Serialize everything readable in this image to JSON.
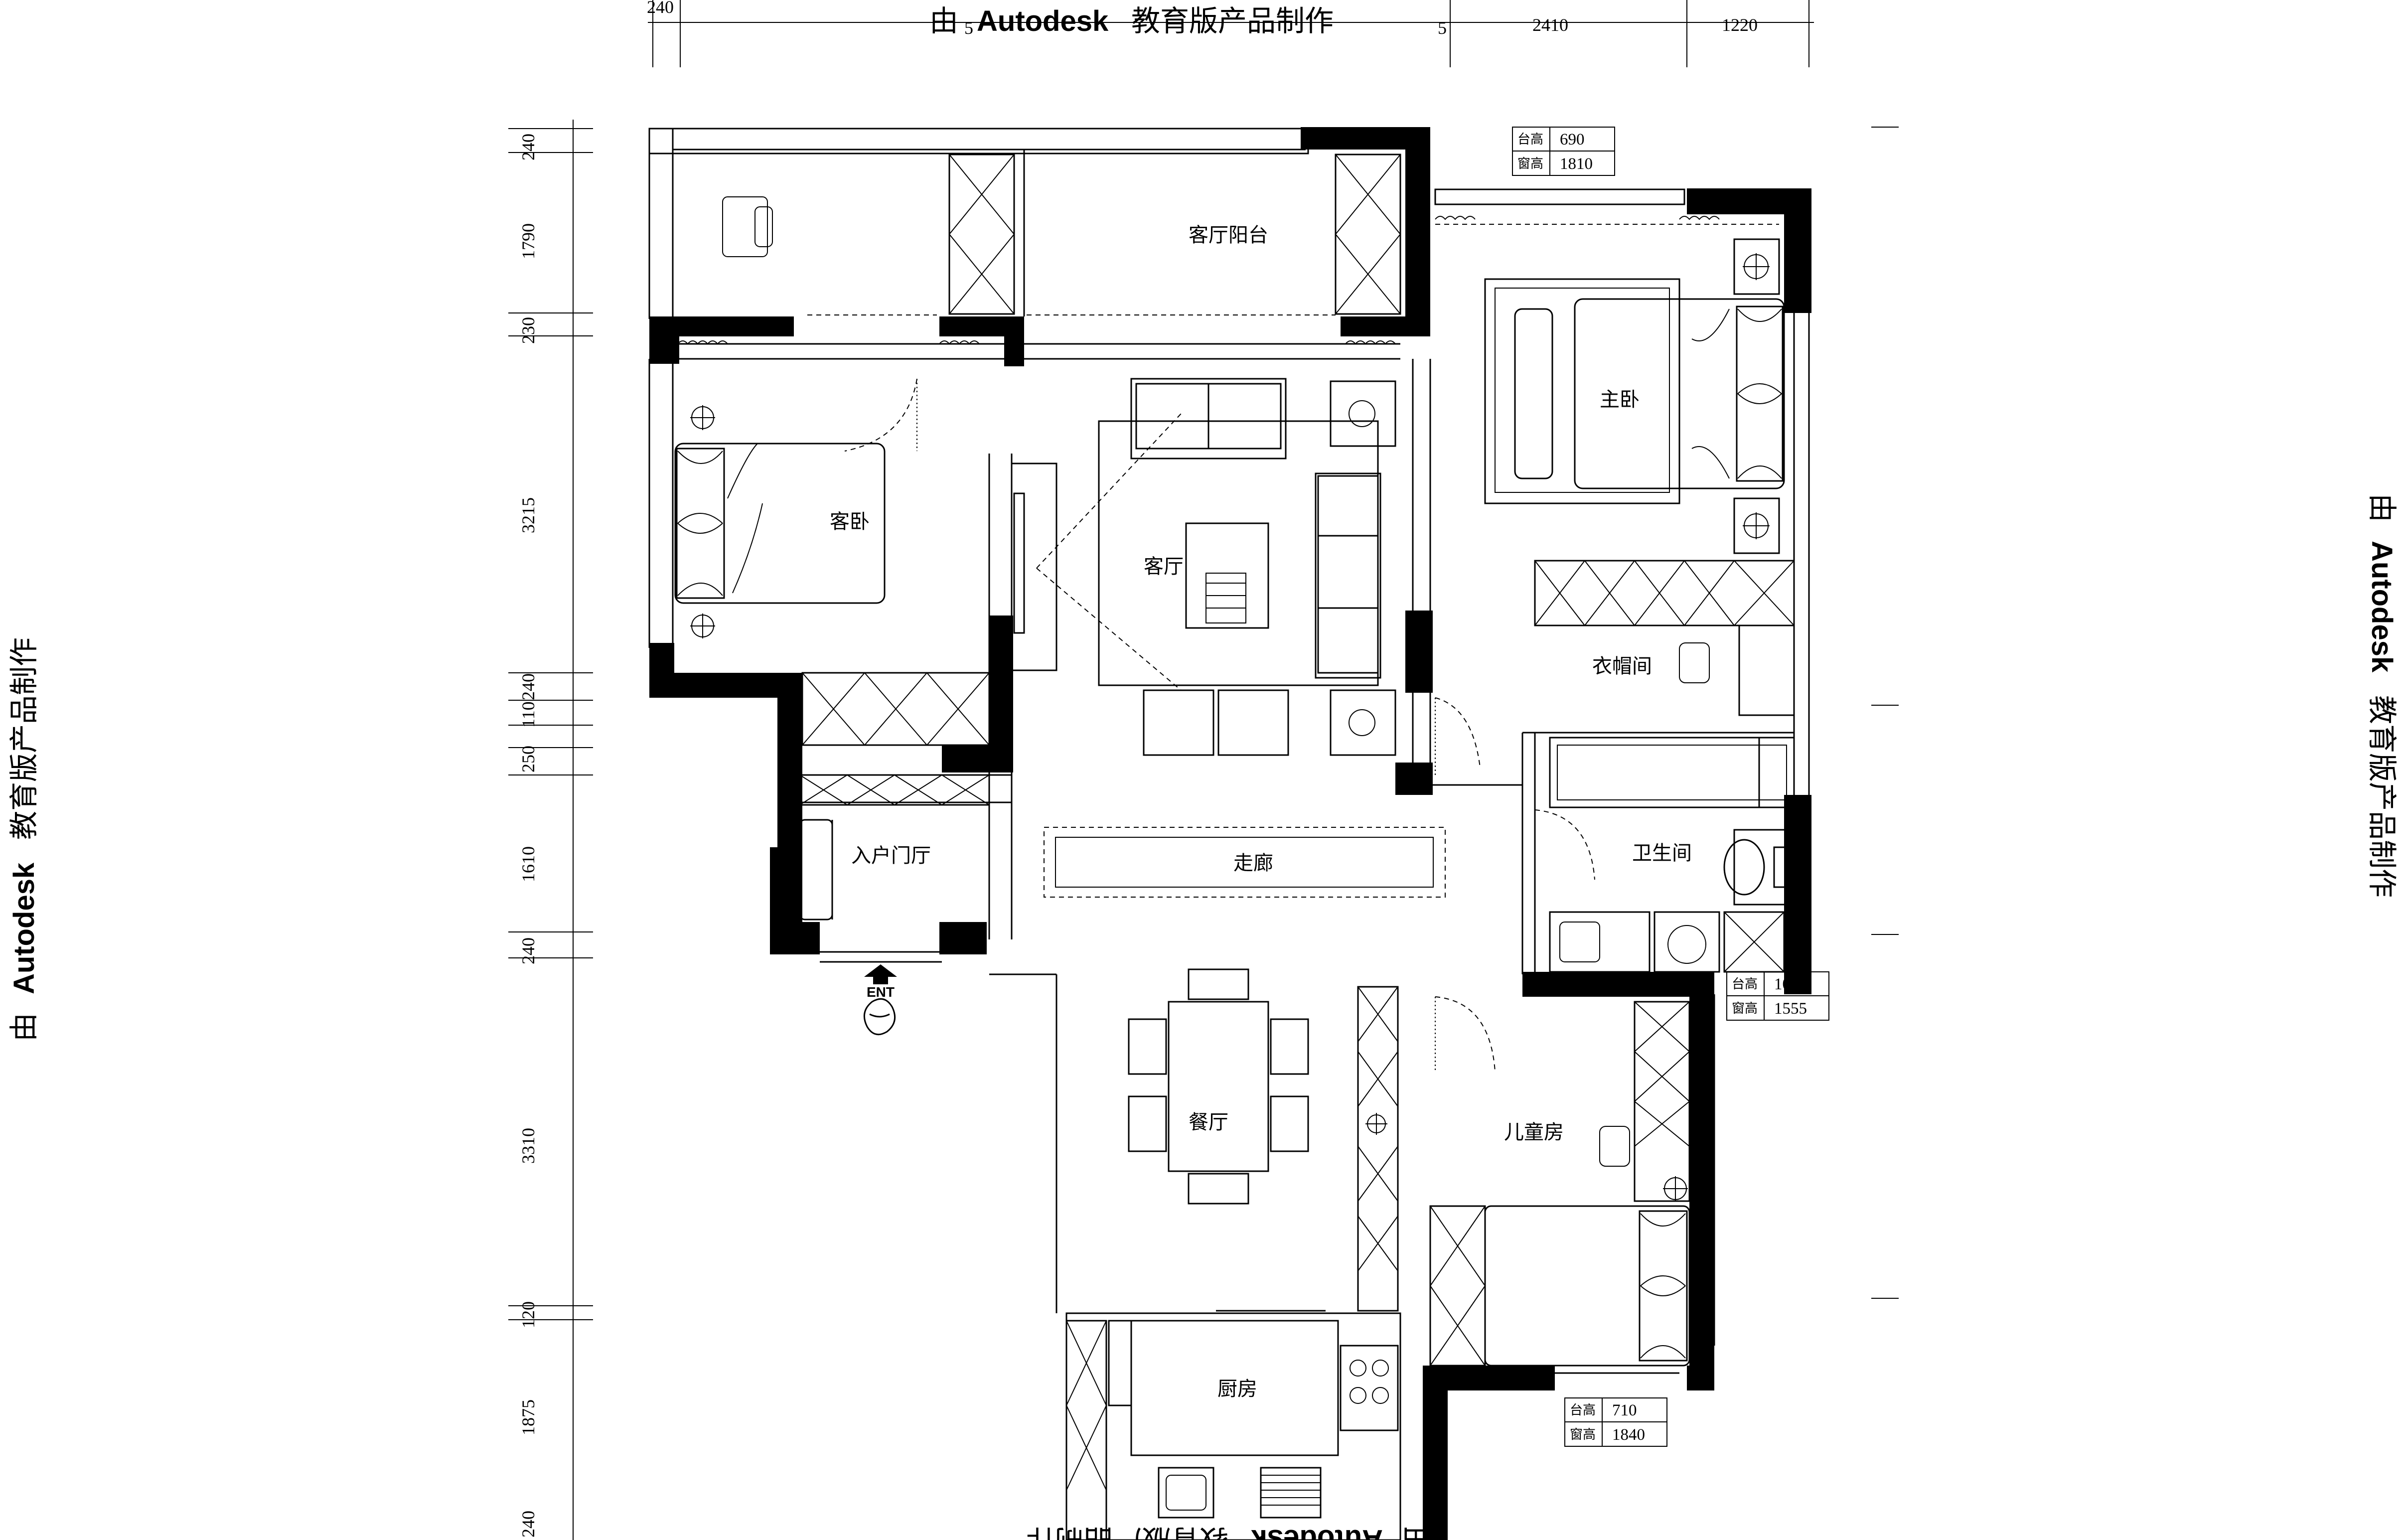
{
  "watermark": {
    "prefix": "由",
    "brand": "Autodesk",
    "suffix": "教育版产品制作"
  },
  "rooms": {
    "living_balcony": "客厅阳台",
    "guest_bedroom": "客卧",
    "living_room": "客厅",
    "master_bedroom": "主卧",
    "walk_in_closet": "衣帽间",
    "bathroom": "卫生间",
    "corridor": "走廊",
    "foyer": "入户门厅",
    "dining_room": "餐厅",
    "kids_room": "儿童房",
    "kitchen": "厨房"
  },
  "entrance_label": "ENT",
  "top_dimensions": [
    "240",
    "5",
    "5",
    "2410",
    "1220"
  ],
  "left_dimensions": [
    "240",
    "1790",
    "230",
    "3215",
    "240",
    "110",
    "250",
    "1610",
    "240",
    "3310",
    "120",
    "1875",
    "240"
  ],
  "window_tables": [
    {
      "sill_label": "台高",
      "sill_value": "690",
      "window_label": "窗高",
      "window_value": "1810"
    },
    {
      "sill_label": "台高",
      "sill_value": "1000",
      "window_label": "窗高",
      "window_value": "1555"
    },
    {
      "sill_label": "台高",
      "sill_value": "710",
      "window_label": "窗高",
      "window_value": "1840"
    }
  ]
}
